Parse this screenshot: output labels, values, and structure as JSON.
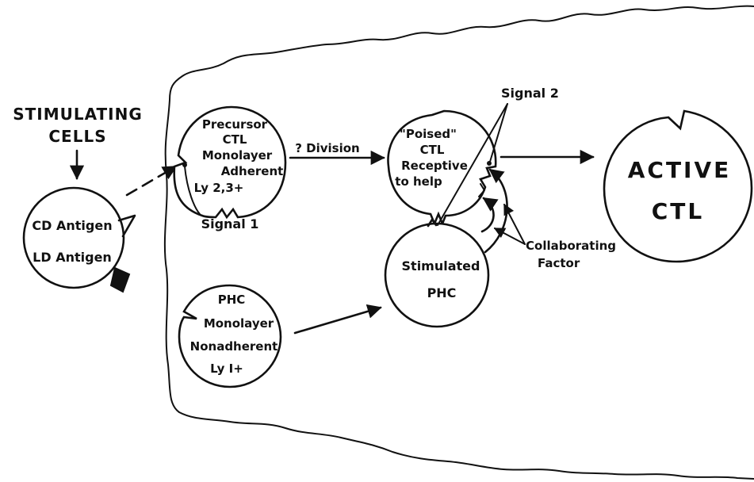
{
  "stimulating": {
    "line1": "STIMULATING",
    "line2": "CELLS"
  },
  "stim_cell": {
    "cd": "CD Antigen",
    "ld": "LD Antigen"
  },
  "precursor": {
    "line1": "Precursor",
    "line2": "CTL",
    "line3": "Monolayer",
    "line4": "Adherent",
    "line5": "Ly 2,3+"
  },
  "signal1": "Signal 1",
  "division": "? Division",
  "poised": {
    "line1": "\"Poised\"",
    "line2": "CTL",
    "line3": "Receptive",
    "line4": "to help"
  },
  "signal2": "Signal 2",
  "active": {
    "line1": "ACTIVE",
    "line2": "CTL"
  },
  "phc": {
    "line1": "PHC",
    "line2": "Monolayer",
    "line3": "Nonadherent",
    "line4": "Ly I+"
  },
  "stim_phc": {
    "line1": "Stimulated",
    "line2": "PHC"
  },
  "collab": {
    "line1": "Collaborating",
    "line2": "Factor"
  }
}
